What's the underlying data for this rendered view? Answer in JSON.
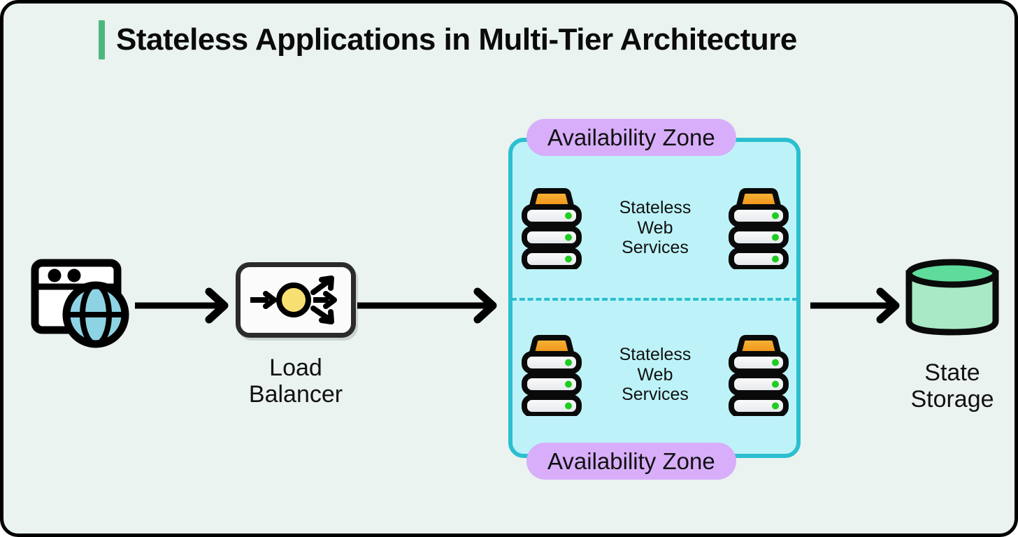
{
  "page": {
    "title": "Stateless Applications in Multi-Tier Architecture",
    "background_color": "#eaf3ef",
    "border_color": "#000000",
    "accent_color": "#4cb87f"
  },
  "nodes": {
    "client": {
      "icon": "browser-globe-icon",
      "label": "",
      "globe_color": "#8ed3e4",
      "window_color": "#ffffff"
    },
    "load_balancer": {
      "icon": "load-balancer-icon",
      "label": "Load\nBalancer",
      "card_color": "#fbfbfb",
      "hub_color": "#f7df72",
      "inbound_arrows": 1,
      "outbound_arrows": 3
    },
    "state_storage": {
      "icon": "database-cylinder-icon",
      "label": "State\nStorage",
      "body_color": "#a9e9c5",
      "top_color": "#5fdc9c"
    }
  },
  "availability_zone_group": {
    "container_fill": "#bdf3f8",
    "container_border": "#2bbfd0",
    "divider_style": "dashed",
    "pill_color": "#d8aefa",
    "pill_top_label": "Availability Zone",
    "pill_bottom_label": "Availability Zone",
    "tiers": [
      {
        "caption": "Stateless\nWeb\nServices",
        "servers": [
          {
            "icon": "server-stack-icon",
            "top_color": "#f5a623",
            "status_color": "#1fcc1f",
            "units": 3
          },
          {
            "icon": "server-stack-icon",
            "top_color": "#f5a623",
            "status_color": "#1fcc1f",
            "units": 3
          }
        ]
      },
      {
        "caption": "Stateless\nWeb\nServices",
        "servers": [
          {
            "icon": "server-stack-icon",
            "top_color": "#f5a623",
            "status_color": "#1fcc1f",
            "units": 3
          },
          {
            "icon": "server-stack-icon",
            "top_color": "#f5a623",
            "status_color": "#1fcc1f",
            "units": 3
          }
        ]
      }
    ]
  },
  "connections": [
    {
      "from": "client",
      "to": "load_balancer",
      "style": "solid-arrow"
    },
    {
      "from": "load_balancer",
      "to": "availability_zone_group",
      "style": "solid-arrow"
    },
    {
      "from": "availability_zone_group",
      "to": "state_storage",
      "style": "solid-arrow"
    }
  ]
}
